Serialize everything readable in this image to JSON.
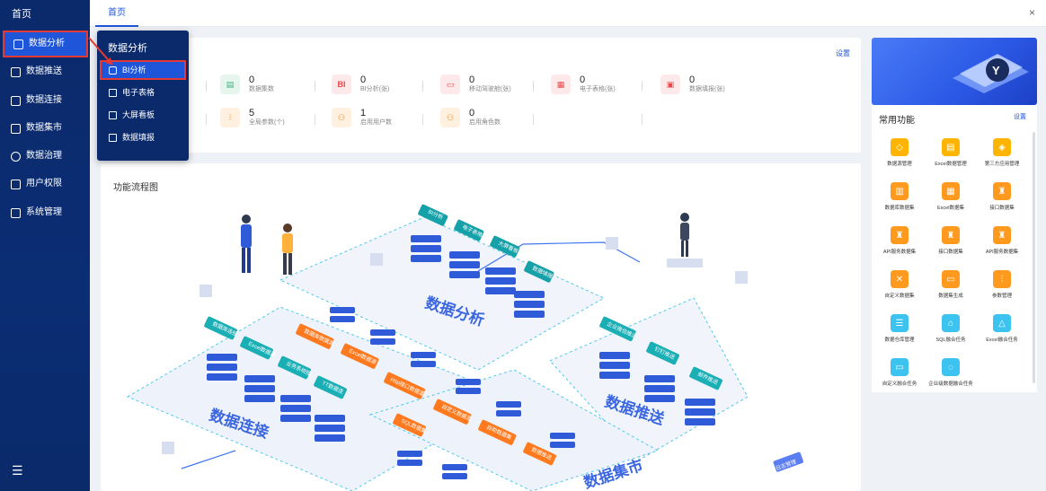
{
  "sidebar": {
    "home": "首页",
    "items": [
      {
        "label": "数据分析",
        "icon": "analysis-icon",
        "active": true
      },
      {
        "label": "数据推送",
        "icon": "push-icon"
      },
      {
        "label": "数据连接",
        "icon": "connect-icon"
      },
      {
        "label": "数据集市",
        "icon": "market-icon"
      },
      {
        "label": "数据治理",
        "icon": "governance-icon"
      },
      {
        "label": "用户权限",
        "icon": "user-permission-icon"
      },
      {
        "label": "系统管理",
        "icon": "system-icon"
      }
    ],
    "bottom_icon": "menu-collapse-icon"
  },
  "tabs": {
    "home": "首页",
    "close": "×"
  },
  "popup": {
    "title": "数据分析",
    "items": [
      {
        "label": "BI分析",
        "icon": "bi-icon",
        "active": true
      },
      {
        "label": "电子表格",
        "icon": "spreadsheet-icon"
      },
      {
        "label": "大屏看板",
        "icon": "dashboard-icon"
      },
      {
        "label": "数据填报",
        "icon": "form-icon"
      }
    ]
  },
  "stats": {
    "settings": "设置",
    "row1": [
      {
        "value": "0",
        "label": "数据集数",
        "icon_text": "▤",
        "color": "#37b37e",
        "bg": "#e6f6ee"
      },
      {
        "value": "0",
        "label": "BI分析(张)",
        "icon_text": "BI",
        "color": "#e9494a",
        "bg": "#fde9e9"
      },
      {
        "value": "0",
        "label": "移动驾驶舱(张)",
        "icon_text": "▭",
        "color": "#e9494a",
        "bg": "#fde9e9"
      },
      {
        "value": "0",
        "label": "电子表格(张)",
        "icon_text": "▦",
        "color": "#e9494a",
        "bg": "#fde9e9"
      },
      {
        "value": "0",
        "label": "数据填报(张)",
        "icon_text": "▣",
        "color": "#e9494a",
        "bg": "#fde9e9"
      }
    ],
    "row2": [
      {
        "value": "5",
        "label": "全局参数(个)",
        "icon_text": "⫶",
        "color": "#ff8a1f",
        "bg": "#fff0e0"
      },
      {
        "value": "1",
        "label": "启用用户数",
        "icon_text": "⚇",
        "color": "#ff8a1f",
        "bg": "#fff0e0"
      },
      {
        "value": "0",
        "label": "启用角色数",
        "icon_text": "⚇",
        "color": "#ff8a1f",
        "bg": "#fff0e0"
      }
    ]
  },
  "flow": {
    "title": "功能流程图",
    "areas": [
      "数据分析",
      "数据推送",
      "数据连接",
      "数据集市"
    ],
    "analysis_tags": [
      "BI分析",
      "电子表格",
      "大屏看板",
      "数据填报"
    ],
    "connect_tags": [
      "数据库连接",
      "Excel数据源",
      "业务系统接",
      "TT数据连"
    ],
    "market_tags": [
      "数据库数据源",
      "Excel数据源",
      "Http接口数据源",
      "SQL数据集",
      "自定义数据源",
      "自助数据集",
      "数据推送"
    ],
    "push_tags": [
      "企业微信推送",
      "钉钉推送",
      "邮件推送"
    ],
    "extra_tags": [
      "日志管理"
    ]
  },
  "func": {
    "title": "常用功能",
    "settings": "设置",
    "items": [
      {
        "label": "数据源管理",
        "glyph": "◇",
        "color": "yellow"
      },
      {
        "label": "Excel数据管理",
        "glyph": "▤",
        "color": "yellow"
      },
      {
        "label": "第三方应用管理",
        "glyph": "◈",
        "color": "yellow"
      },
      {
        "label": "数据库数据集",
        "glyph": "▥",
        "color": "orange"
      },
      {
        "label": "Excel数据集",
        "glyph": "▦",
        "color": "orange"
      },
      {
        "label": "接口数据集",
        "glyph": "♜",
        "color": "orange"
      },
      {
        "label": "API服务数据集",
        "glyph": "♜",
        "color": "orange"
      },
      {
        "label": "接口数据集",
        "glyph": "♜",
        "color": "orange"
      },
      {
        "label": "API服务数据集",
        "glyph": "♜",
        "color": "orange"
      },
      {
        "label": "自定义数据集",
        "glyph": "✕",
        "color": "orange"
      },
      {
        "label": "数据集生成",
        "glyph": "▭",
        "color": "orange"
      },
      {
        "label": "参数管理",
        "glyph": "⫶",
        "color": "orange"
      },
      {
        "label": "数据仓库管理",
        "glyph": "☰",
        "color": "cyan"
      },
      {
        "label": "SQL融合任务",
        "glyph": "⌂",
        "color": "cyan"
      },
      {
        "label": "Excel融合任务",
        "glyph": "△",
        "color": "cyan"
      },
      {
        "label": "自定义融合任务",
        "glyph": "▭",
        "color": "cyan"
      },
      {
        "label": "企业级数据融合任务",
        "glyph": "◌",
        "color": "cyan"
      }
    ]
  }
}
